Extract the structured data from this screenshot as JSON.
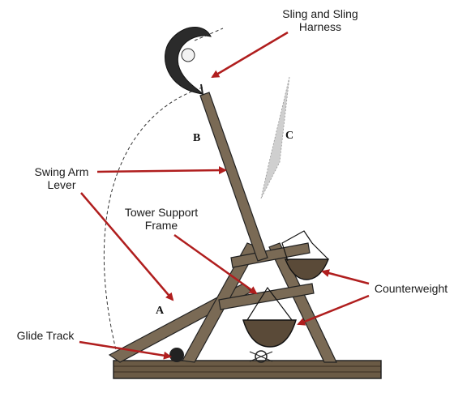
{
  "labels": {
    "sling": "Sling and Sling\nHarness",
    "swing_arm": "Swing Arm\nLever",
    "tower": "Tower Support\nFrame",
    "counterweight": "Counterweight",
    "glide_track": "Glide Track"
  },
  "point_letters": {
    "a": "A",
    "b": "B",
    "c": "C"
  },
  "colors": {
    "arrow": "#b01e1e",
    "ink": "#1a1a1a"
  }
}
